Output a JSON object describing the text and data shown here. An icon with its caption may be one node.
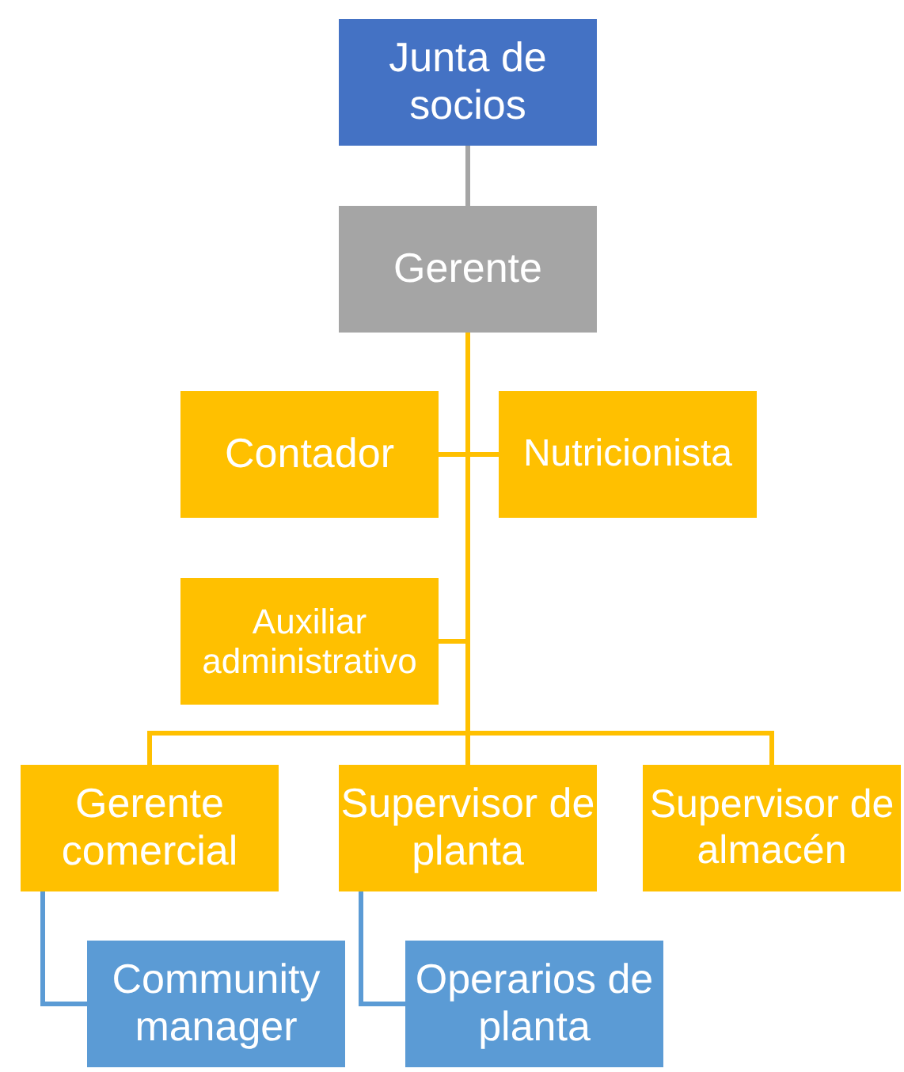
{
  "diagram": {
    "nodes": [
      {
        "text": [
          "Junta de socios"
        ]
      },
      {
        "text": [
          "Gerente"
        ]
      },
      {
        "text": [
          "Contador"
        ]
      },
      {
        "text": [
          "Nutricionista"
        ]
      },
      {
        "text": [
          "Auxiliar administrativo"
        ]
      },
      {
        "text": [
          "Gerente comercial"
        ]
      },
      {
        "text": [
          "Supervisor de planta"
        ]
      },
      {
        "text": [
          "Supervisor de almacén"
        ]
      },
      {
        "text": [
          "Community manager"
        ]
      },
      {
        "text": [
          "Operarios de planta"
        ]
      }
    ],
    "edges": [
      {
        "from": 0,
        "to": 1,
        "arrow": "none",
        "color": "#a5a5a5"
      },
      {
        "from": 1,
        "to": 2,
        "arrow": "none"
      },
      {
        "from": 1,
        "to": 3,
        "arrow": "none"
      },
      {
        "from": 1,
        "to": 4,
        "arrow": "none"
      },
      {
        "from": 1,
        "to": 5,
        "arrow": "none"
      },
      {
        "from": 1,
        "to": 6,
        "arrow": "none"
      },
      {
        "from": 1,
        "to": 7,
        "arrow": "none"
      },
      {
        "from": 5,
        "to": 8,
        "arrow": "none",
        "color": "#5b9bd5"
      },
      {
        "from": 6,
        "to": 9,
        "arrow": "none",
        "color": "#5b9bd5"
      }
    ]
  }
}
